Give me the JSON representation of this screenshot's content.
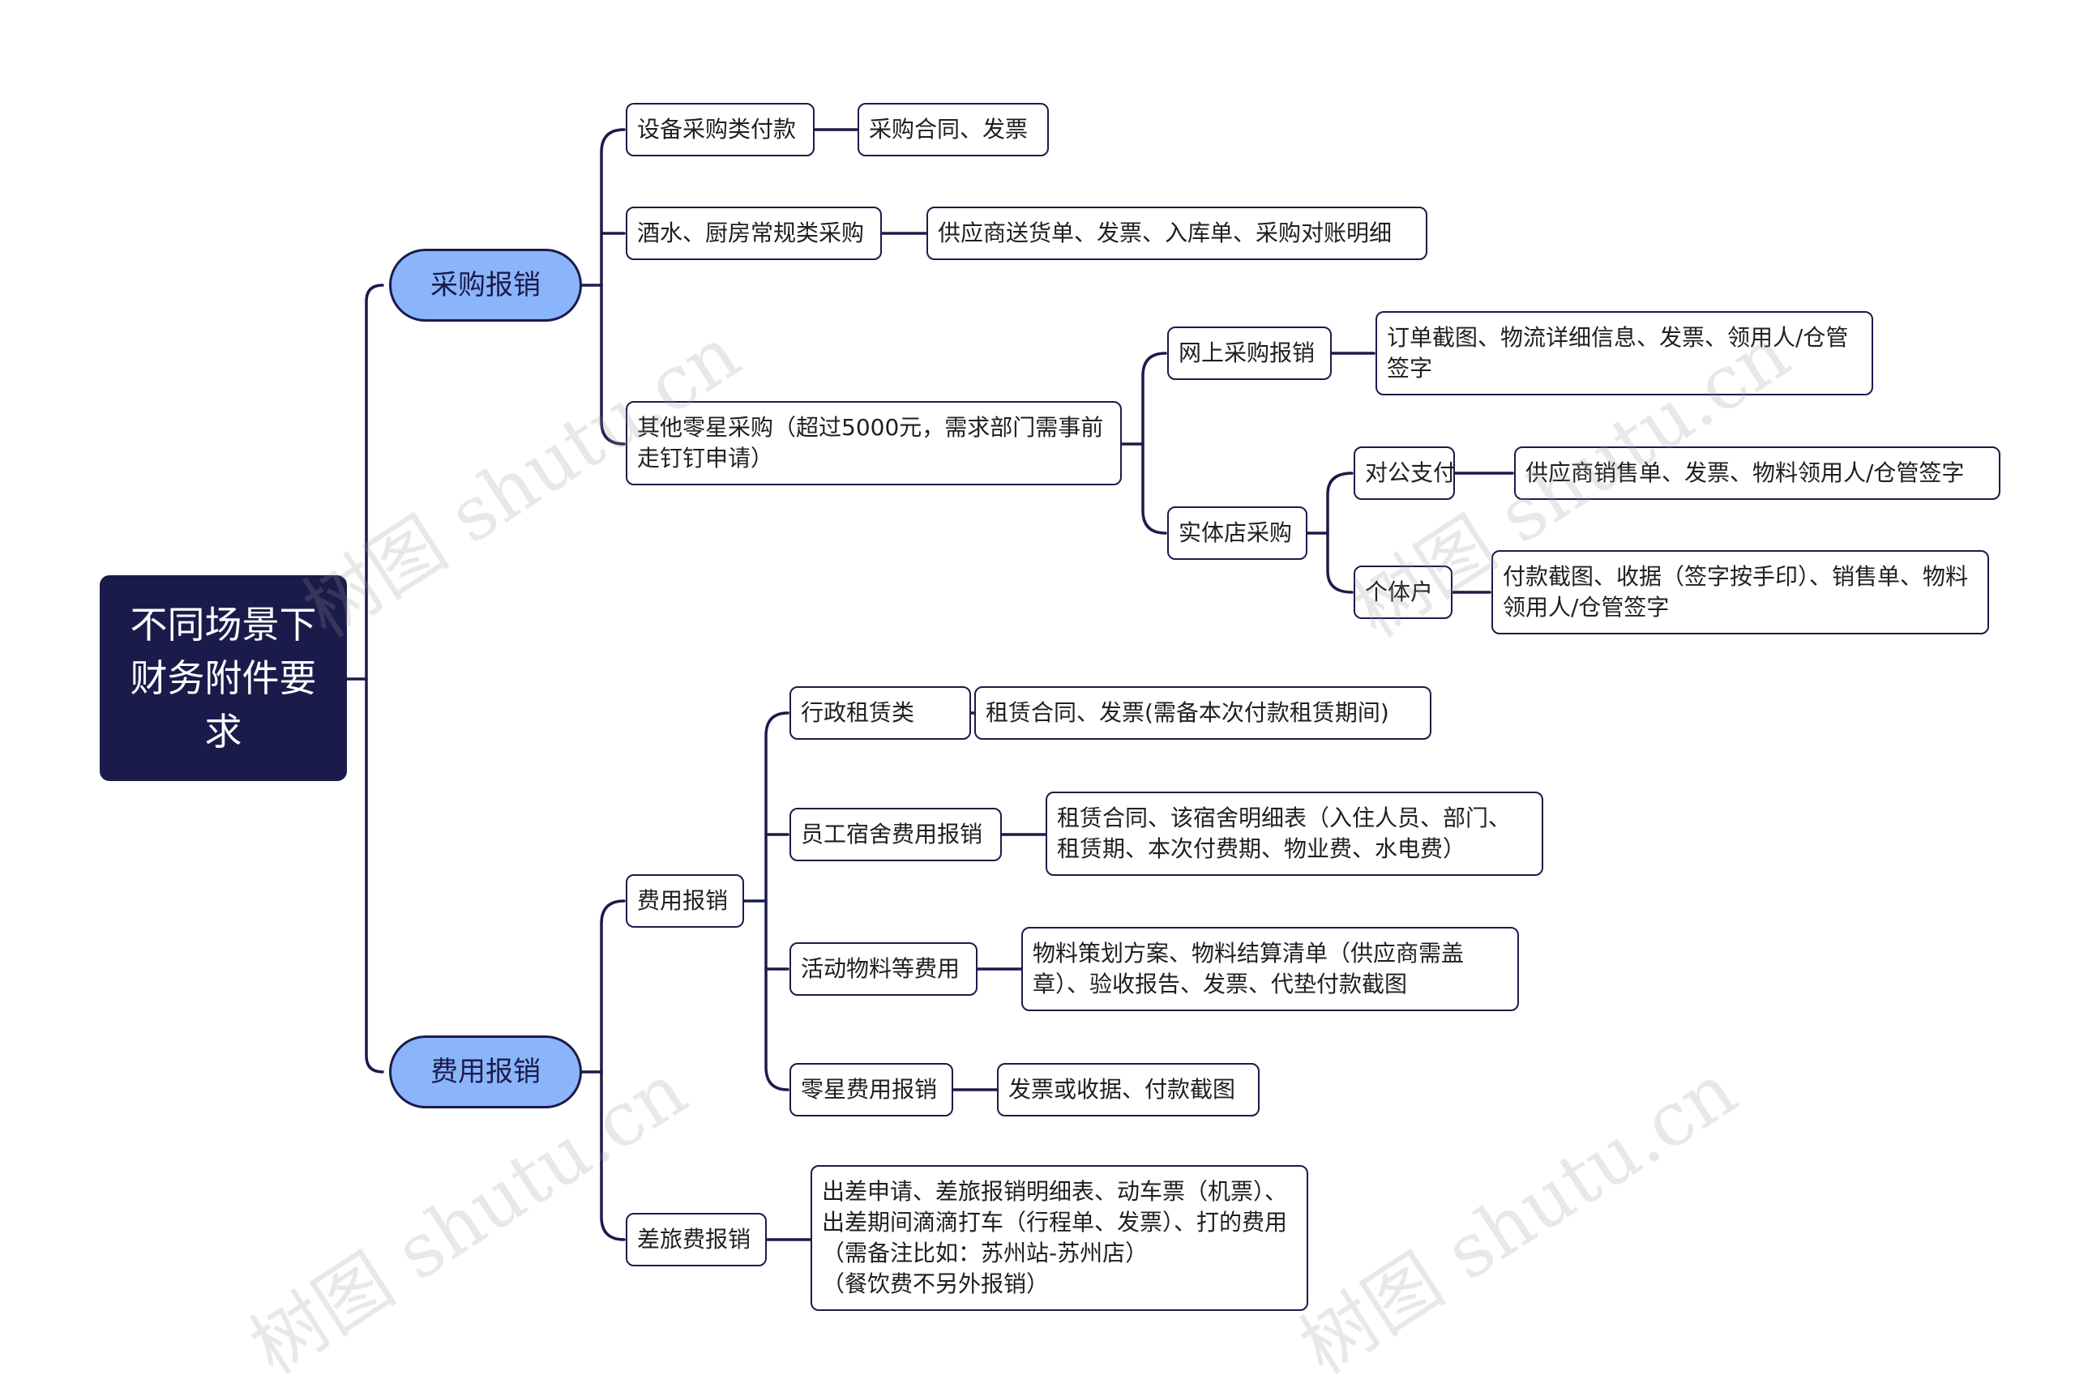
{
  "root": {
    "label": "不同场景下财务附件要求"
  },
  "branch_purchase": {
    "label": "采购报销",
    "equipment": {
      "label": "设备采购类付款",
      "doc": "采购合同、发票"
    },
    "beverage": {
      "label": "酒水、厨房常规类采购",
      "doc": "供应商送货单、发票、入库单、采购对账明细"
    },
    "other": {
      "label": "其他零星采购（超过5000元，需求部门需事前走钉钉申请）",
      "online": {
        "label": "网上采购报销",
        "doc": "订单截图、物流详细信息、发票、领用人/仓管签字"
      },
      "store": {
        "label": "实体店采购",
        "corporate": {
          "label": "对公支付",
          "doc": "供应商销售单、发票、物料领用人/仓管签字"
        },
        "individual": {
          "label": "个体户",
          "doc": "付款截图、收据（签字按手印）、销售单、物料领用人/仓管签字"
        }
      }
    }
  },
  "branch_expense": {
    "label": "费用报销",
    "fees": {
      "label": "费用报销",
      "admin_lease": {
        "label": "行政租赁类",
        "doc": "租赁合同、发票(需备本次付款租赁期间)"
      },
      "dorm": {
        "label": "员工宿舍费用报销",
        "doc": "租赁合同、该宿舍明细表（入住人员、部门、租赁期、本次付费期、物业费、水电费）"
      },
      "event": {
        "label": "活动物料等费用",
        "doc": "物料策划方案、物料结算清单（供应商需盖章）、验收报告、发票、代垫付款截图"
      },
      "misc": {
        "label": "零星费用报销",
        "doc": "发票或收据、付款截图"
      }
    },
    "travel": {
      "label": "差旅费报销",
      "doc_line1": "出差申请、差旅报销明细表、动车票（机票）、出差期间滴滴打车（行程单、发票）、打的费用（需备注比如：苏州站-苏州店）",
      "doc_line2": "（餐饮费不另外报销）"
    }
  },
  "watermark": "树图 shutu.cn",
  "colors": {
    "root_bg": "#1b1b4b",
    "main_bg": "#8bb5fb",
    "line": "#1b1b4b",
    "border": "#1b1b4b"
  }
}
